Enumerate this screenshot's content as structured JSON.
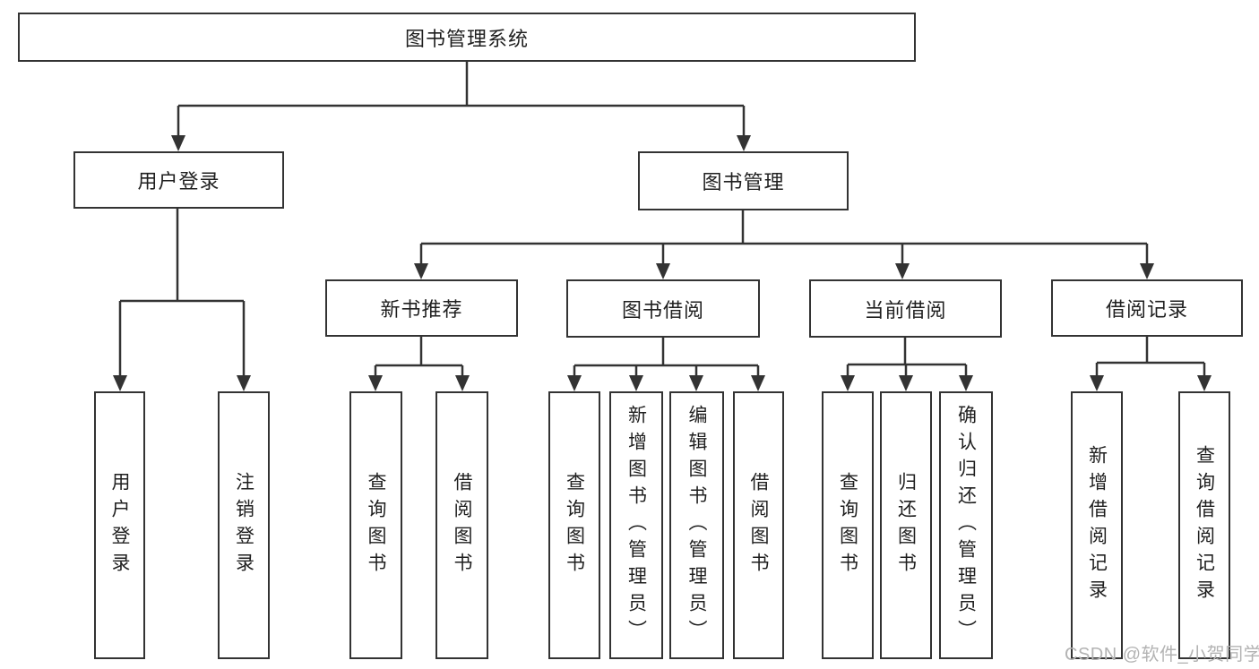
{
  "diagram": {
    "root": {
      "label": "图书管理系统"
    },
    "level2": [
      {
        "label": "用户登录"
      },
      {
        "label": "图书管理"
      }
    ],
    "level3": [
      {
        "label": "新书推荐"
      },
      {
        "label": "图书借阅"
      },
      {
        "label": "当前借阅"
      },
      {
        "label": "借阅记录"
      }
    ],
    "leaves": {
      "user_login": [
        "用户登录",
        "注销登录"
      ],
      "new_book": [
        "查询图书",
        "借阅图书"
      ],
      "book_borrow": [
        "查询图书",
        "新增图书（管理员）",
        "编辑图书（管理员）",
        "借阅图书"
      ],
      "current_borrow": [
        "查询图书",
        "归还图书",
        "确认归还（管理员）"
      ],
      "borrow_record": [
        "新增借阅记录",
        "查询借阅记录"
      ]
    },
    "watermark": "CSDN @软件_小贺同学",
    "colors": {
      "line": "#333333",
      "text": "#1f1f1f",
      "watermark": "#b3b3b3",
      "background": "#ffffff"
    }
  }
}
